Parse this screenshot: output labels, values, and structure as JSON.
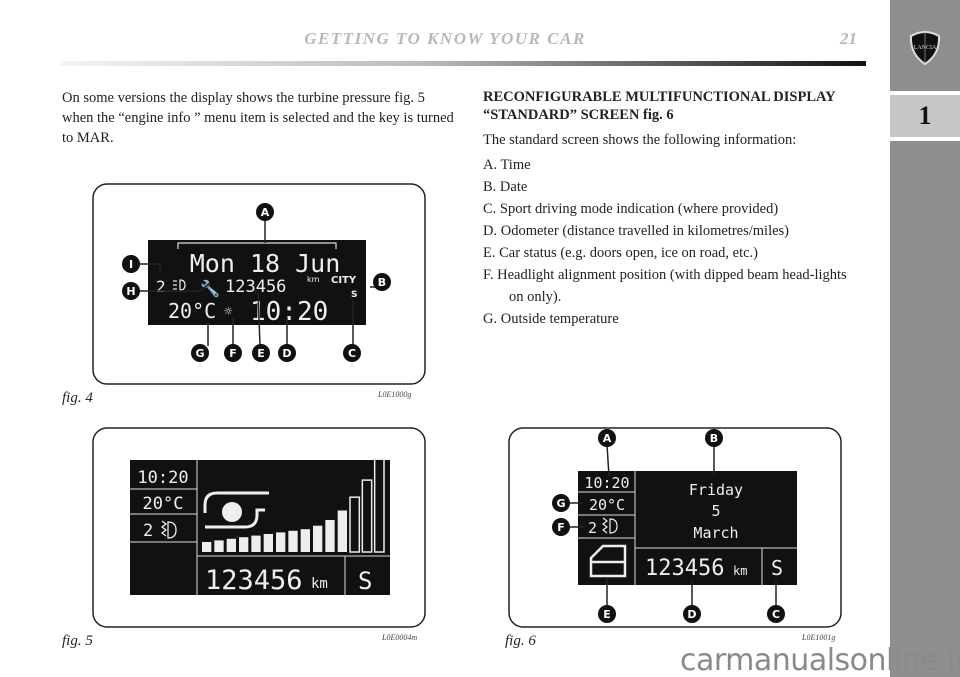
{
  "header": {
    "title": "GETTING TO KNOW YOUR CAR",
    "page_number": "21"
  },
  "sidebar": {
    "logo_text": "LANCIA",
    "section_tab": "1"
  },
  "left_text": "On some versions the display shows the turbine pressure fig. 5 when the “engine info ” menu item is selected and the key is turned to MAR.",
  "right": {
    "heading": "RECONFIGURABLE MULTIFUNCTIONAL DISPLAY “STANDARD” SCREEN fig. 6",
    "intro": "The standard screen shows the following information:",
    "items": [
      "A. Time",
      "B. Date",
      "C. Sport driving mode indication (where provided)",
      "D. Odometer (distance travelled in kilometres/miles)",
      "E. Car status (e.g. doors open, ice on road, etc.)",
      "F. Headlight alignment position (with dipped beam head-lights on only).",
      "G. Outside temperature"
    ]
  },
  "fig4": {
    "caption": "fig. 4",
    "code": "L0E1000g",
    "date": "Mon 18 Jun",
    "headlight_level": "2",
    "odometer": "123456",
    "unit": "km",
    "mode": "CITY",
    "sport": "S",
    "temperature": "20°C",
    "time": "10:20",
    "callouts": [
      "A",
      "I",
      "H",
      "B",
      "G",
      "F",
      "E",
      "D",
      "C"
    ]
  },
  "fig5": {
    "caption": "fig. 5",
    "code": "L0E0004m",
    "time": "10:20",
    "temperature": "20°C",
    "headlight_level": "2",
    "odometer": "123456",
    "unit": "km",
    "sport": "S",
    "pressure_segments": 15,
    "pressure_filled": 12
  },
  "fig6": {
    "caption": "fig. 6",
    "code": "L0E1001g",
    "time": "10:20",
    "temperature": "20°C",
    "headlight_level": "2",
    "day": "Friday",
    "date": "5",
    "month": "March",
    "odometer": "123456",
    "unit": "km",
    "sport": "S",
    "callouts": [
      "A",
      "B",
      "G",
      "F",
      "E",
      "D",
      "C"
    ]
  },
  "watermark": "carmanualsonline.info"
}
